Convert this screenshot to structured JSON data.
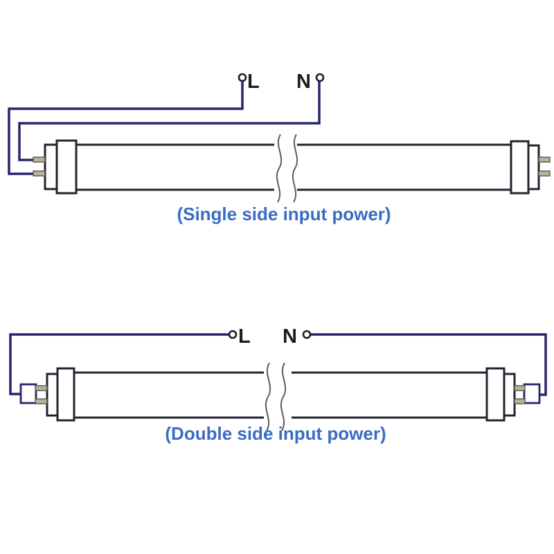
{
  "colors": {
    "background": "#ffffff",
    "wire": "#26266b",
    "tubeOutline": "#23232f",
    "pinFill": "#b9b19b",
    "pinStroke": "#55544c",
    "breakMark": "#5c5c5c",
    "caption": "#3a6cc3",
    "terminalLabel": "#1d1d1d"
  },
  "diagrams": [
    {
      "caption": "(Single side input power)",
      "live_label": "L",
      "neutral_label": "N"
    },
    {
      "caption": "(Double side input power)",
      "live_label": "L",
      "neutral_label": "N"
    }
  ]
}
